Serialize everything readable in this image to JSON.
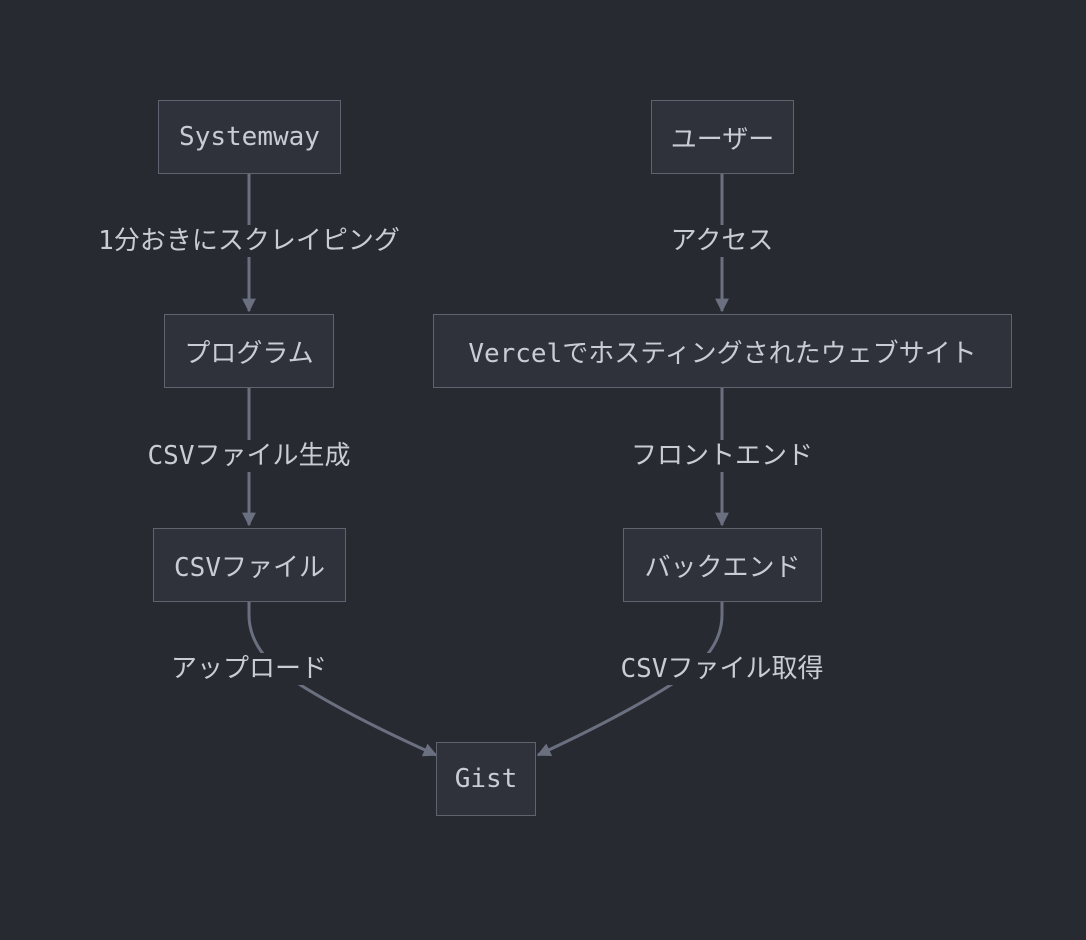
{
  "diagram": {
    "nodes": {
      "systemway": "Systemway",
      "user": "ユーザー",
      "program": "プログラム",
      "website": "Vercelでホスティングされたウェブサイト",
      "csv_file": "CSVファイル",
      "backend": "バックエンド",
      "gist": "Gist"
    },
    "edges": {
      "systemway_to_program": "1分おきにスクレイピング",
      "user_to_website": "アクセス",
      "program_to_csv": "CSVファイル生成",
      "website_to_backend": "フロントエンド",
      "csv_to_gist": "アップロード",
      "backend_to_gist": "CSVファイル取得"
    }
  },
  "colors": {
    "background": "#282a31",
    "node_fill": "#2f323b",
    "node_border": "#5f6370",
    "edge": "#6b7080",
    "text": "#c9ccd4"
  }
}
